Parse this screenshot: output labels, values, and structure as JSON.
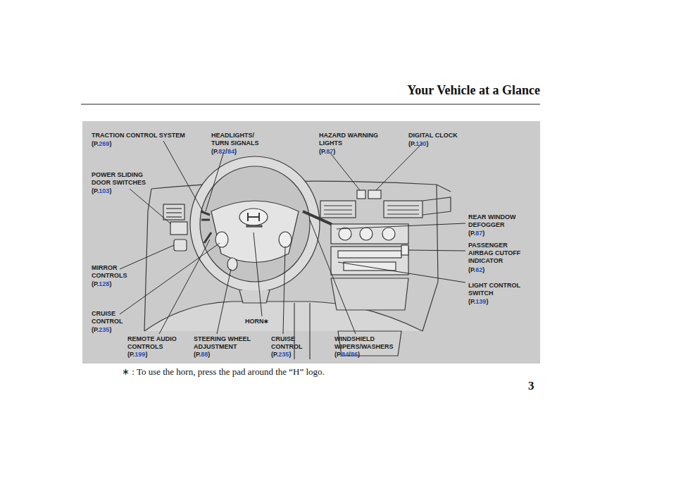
{
  "diagram": {
    "title": "Your Vehicle at a Glance",
    "caption": "∗ : To use the horn, press the pad around the “H” logo.",
    "labels": [
      "TRACTION CONTROL SYSTEM",
      "(P.269)",
      "HEADLIGHTS/ TURN SIGNALS",
      "(P.82/84)",
      "HAZARD WARNING LIGHTS",
      "(P.87)",
      "DIGITAL CLOCK",
      "(P.130)",
      "POWER SLIDING DOOR SWITCHES",
      "(P.103)",
      "REAR WINDOW DEFOGGER",
      "(P.87)",
      "PASSENGER AIRBAG CUTOFF INDICATOR",
      "(P.62)",
      "MIRROR CONTROLS",
      "(P.128)",
      "LIGHT CONTROL SWITCH",
      "(P.139)",
      "CRUISE CONTROL",
      "(P.235)",
      "HORN∗",
      "REMOTE AUDIO CONTROLS",
      "(P.199)",
      "STEERING WHEEL ADJUSTMENT",
      "(P.88)",
      "CRUISE CONTROL",
      "(P.235)",
      "WINDSHIELD WIPERS/WASHERS",
      "(P.84/86)",
      "3"
    ]
  }
}
